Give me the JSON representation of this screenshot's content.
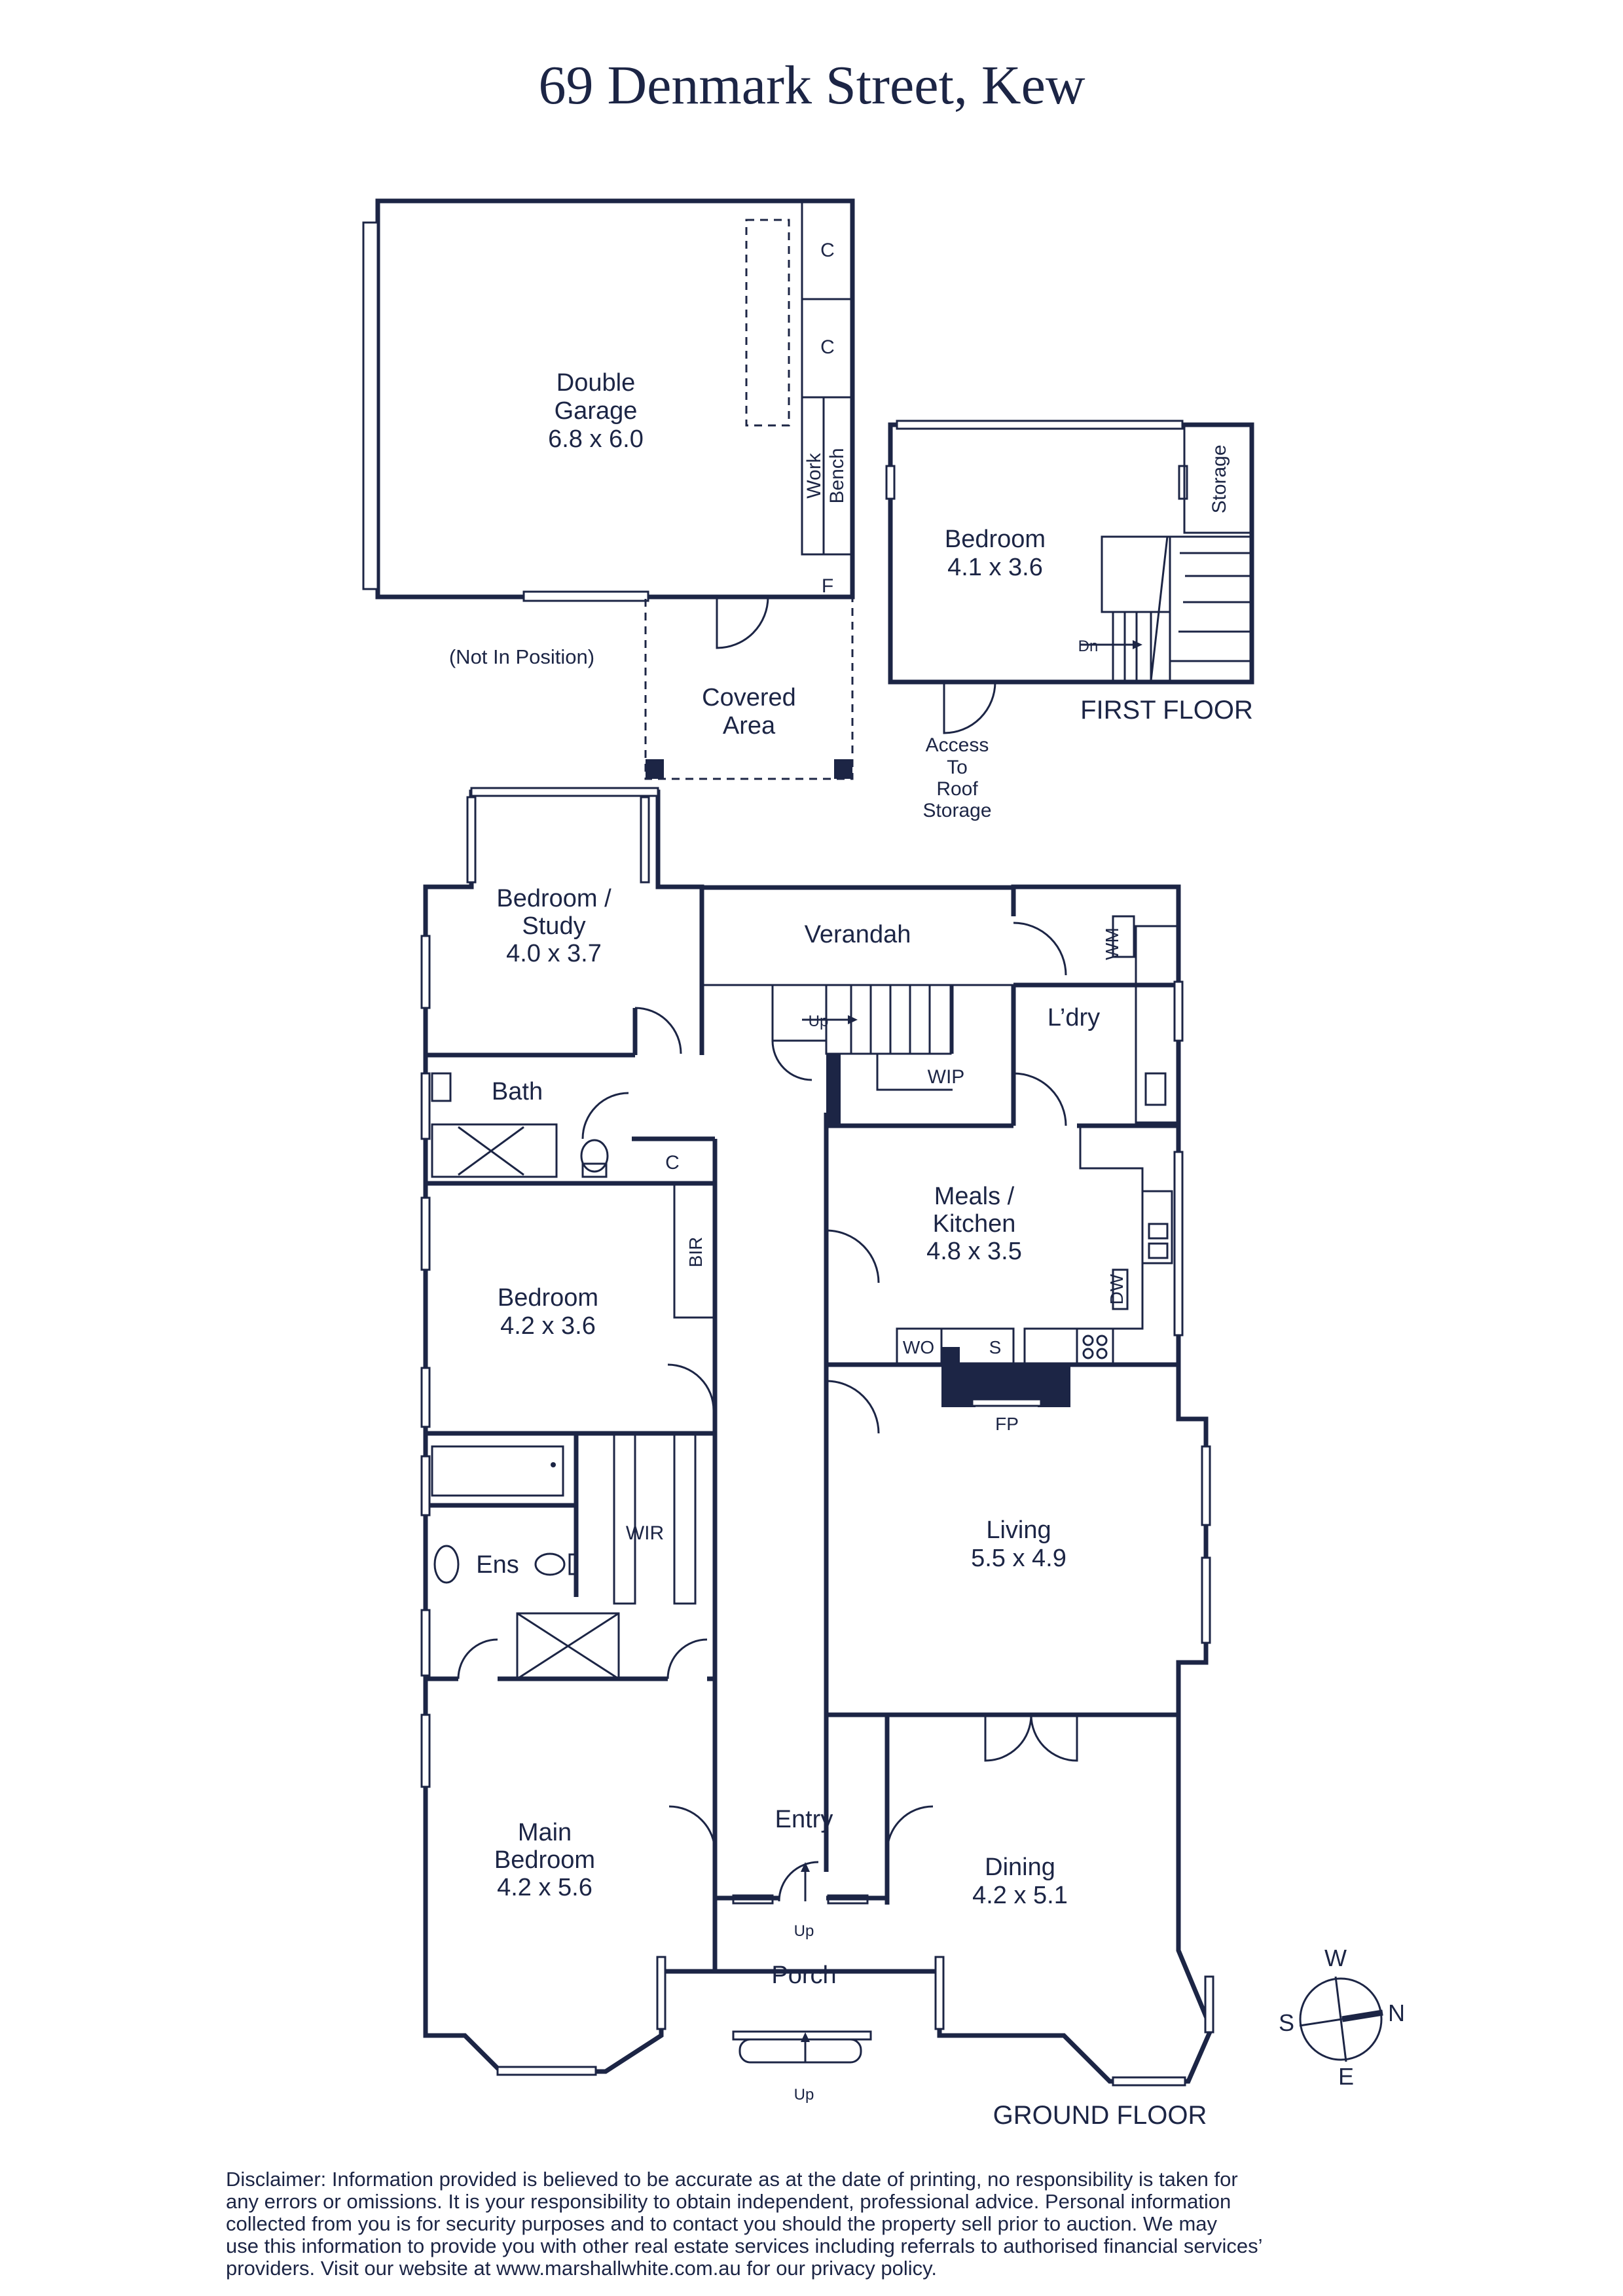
{
  "title": "69 Denmark Street, Kew",
  "garage": {
    "name": "Double Garage",
    "name_line1": "Double",
    "name_line2": "Garage",
    "size": "6.8 x 6.0",
    "cupboard1": "C",
    "cupboard2": "C",
    "work_bench_line1": "Work",
    "work_bench_line2": "Bench",
    "fridge": "F",
    "not_in_position": "(Not In Position)"
  },
  "covered_area": {
    "line1": "Covered",
    "line2": "Area"
  },
  "first_floor": {
    "label": "FIRST FLOOR",
    "bedroom_name": "Bedroom",
    "bedroom_size": "4.1 x 3.6",
    "storage": "Storage",
    "stair_dn": "Dn",
    "access_line1": "Access",
    "access_line2": "To",
    "access_line3": "Roof",
    "access_line4": "Storage"
  },
  "ground_floor": {
    "label": "GROUND FLOOR",
    "bedroom_study_line1": "Bedroom /",
    "bedroom_study_line2": "Study",
    "bedroom_study_size": "4.0 x 3.7",
    "verandah": "Verandah",
    "laundry": "L’dry",
    "washing_machine": "WM",
    "stair_up": "Up",
    "wip": "WIP",
    "bath": "Bath",
    "cupboard": "C",
    "meals_line1": "Meals /",
    "meals_line2": "Kitchen",
    "meals_size": "4.8 x 3.5",
    "dishwasher": "DW",
    "wall_oven": "WO",
    "sink": "S",
    "bedroom_name": "Bedroom",
    "bedroom_size": "4.2 x 3.6",
    "bir": "BIR",
    "fireplace": "FP",
    "living_name": "Living",
    "living_size": "5.5 x 4.9",
    "ensuite": "Ens",
    "wir": "WIR",
    "main_bedroom_line1": "Main",
    "main_bedroom_line2": "Bedroom",
    "main_bedroom_size": "4.2 x 5.6",
    "entry": "Entry",
    "entry_up": "Up",
    "porch": "Porch",
    "porch_up": "Up",
    "dining_name": "Dining",
    "dining_size": "4.2 x 5.1"
  },
  "compass": {
    "north": "N",
    "south": "S",
    "east": "E",
    "west": "W"
  },
  "disclaimer": [
    "Disclaimer: Information provided is believed to be accurate as at the date of printing, no responsibility is taken for",
    "any errors or omissions. It is your responsibility to obtain independent, professional advice. Personal information",
    "collected from you is for security purposes and to contact you should the property sell prior to auction. We may",
    "use this information to provide you with other real estate services including referrals to authorised financial services’",
    "providers. Visit our website at www.marshallwhite.com.au for our privacy policy."
  ],
  "colors": {
    "ink": "#1c2545",
    "background": "#ffffff"
  }
}
